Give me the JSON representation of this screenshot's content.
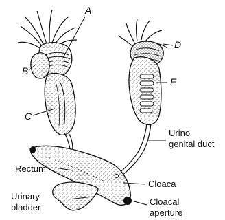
{
  "figure": {
    "letters": {
      "a": "A",
      "b": "B",
      "c": "C",
      "d": "D",
      "e": "E"
    },
    "labels": {
      "urino_line1": "Urino",
      "urino_line2": "genital duct",
      "rectum": "Rectum",
      "cloaca": "Cloaca",
      "urinary_line1": "Urinary",
      "urinary_line2": "bladder",
      "cloacal_line1": "Cloacal",
      "cloacal_line2": "aperture"
    }
  },
  "colors": {
    "ink": "#111111",
    "paper": "#ffffff"
  }
}
